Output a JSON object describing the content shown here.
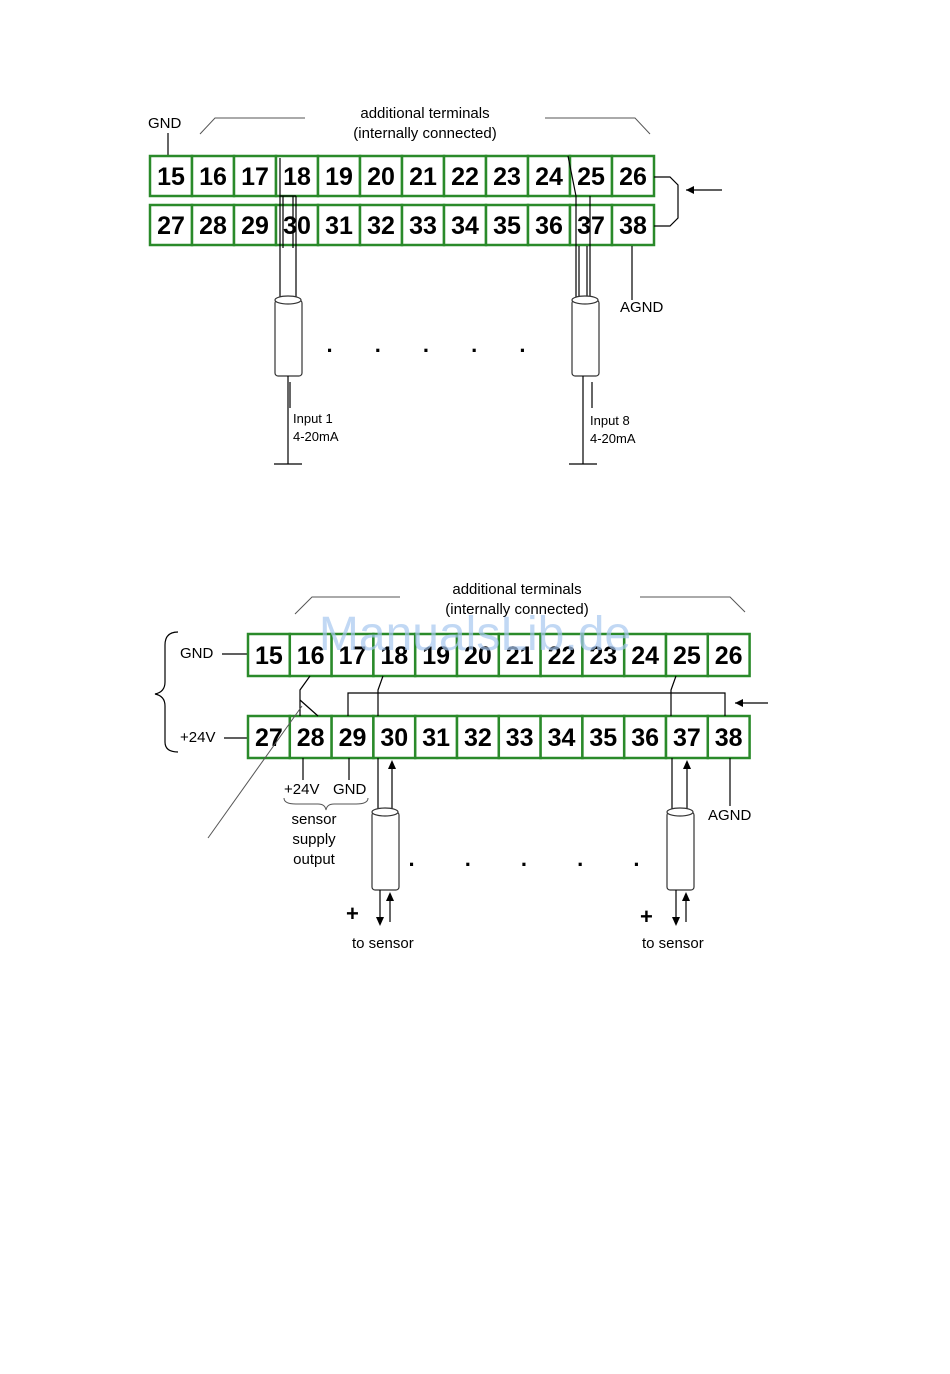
{
  "diagram1": {
    "header_line1": "additional terminals",
    "header_line2": "(internally connected)",
    "gnd_label": "GND",
    "agnd_label": "AGND",
    "top_row": [
      "15",
      "16",
      "17",
      "18",
      "19",
      "20",
      "21",
      "22",
      "23",
      "24",
      "25",
      "26"
    ],
    "bottom_row": [
      "27",
      "28",
      "29",
      "30",
      "31",
      "32",
      "33",
      "34",
      "35",
      "36",
      "37",
      "38"
    ],
    "input1_line1": "Input 1",
    "input1_line2": "4-20mA",
    "input8_line1": "Input 8",
    "input8_line2": "4-20mA",
    "ellipsis": ". . . . ."
  },
  "diagram2": {
    "header_line1": "additional terminals",
    "header_line2": "(internally connected)",
    "gnd_label": "GND",
    "plus24v_label": "+24V",
    "agnd_label": "AGND",
    "top_row": [
      "15",
      "16",
      "17",
      "18",
      "19",
      "20",
      "21",
      "22",
      "23",
      "24",
      "25",
      "26"
    ],
    "bottom_row": [
      "27",
      "28",
      "29",
      "30",
      "31",
      "32",
      "33",
      "34",
      "35",
      "36",
      "37",
      "38"
    ],
    "supply_plus_label": "+24V",
    "supply_gnd_label": "GND",
    "supply_line1": "sensor",
    "supply_line2": "supply",
    "supply_line3": "output",
    "plus_sign_left": "+",
    "plus_sign_right": "+",
    "to_sensor_left": "to sensor",
    "to_sensor_right": "to sensor",
    "ellipsis": ". . . . ."
  },
  "watermark": "ManualsLib.de"
}
